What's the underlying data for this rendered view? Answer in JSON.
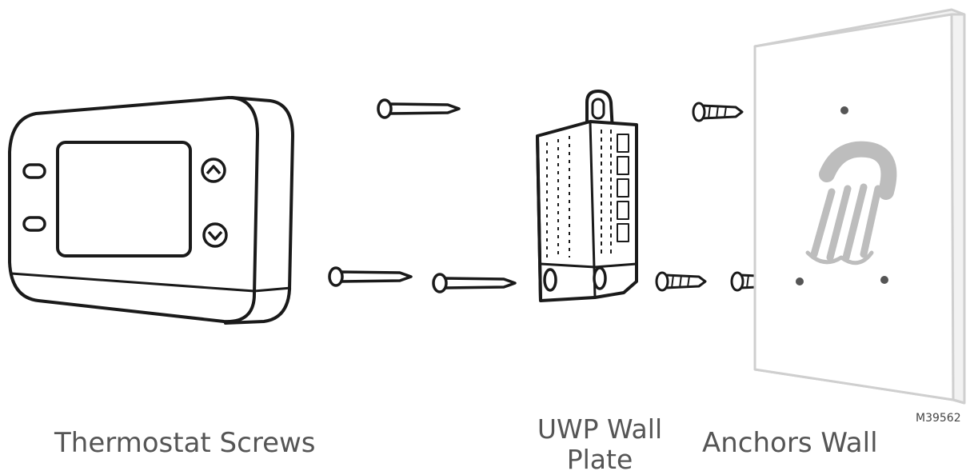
{
  "labels": {
    "thermostat_screws": "Thermostat Screws",
    "uwp_line1": "UWP Wall",
    "uwp_line2": "Plate",
    "anchors_wall": "Anchors Wall",
    "figure_code": "M39562"
  },
  "colors": {
    "stroke": "#1a1a1a",
    "wall_edge": "#cfcfcf",
    "logo": "#bdbdbd",
    "label_text": "#555555"
  }
}
